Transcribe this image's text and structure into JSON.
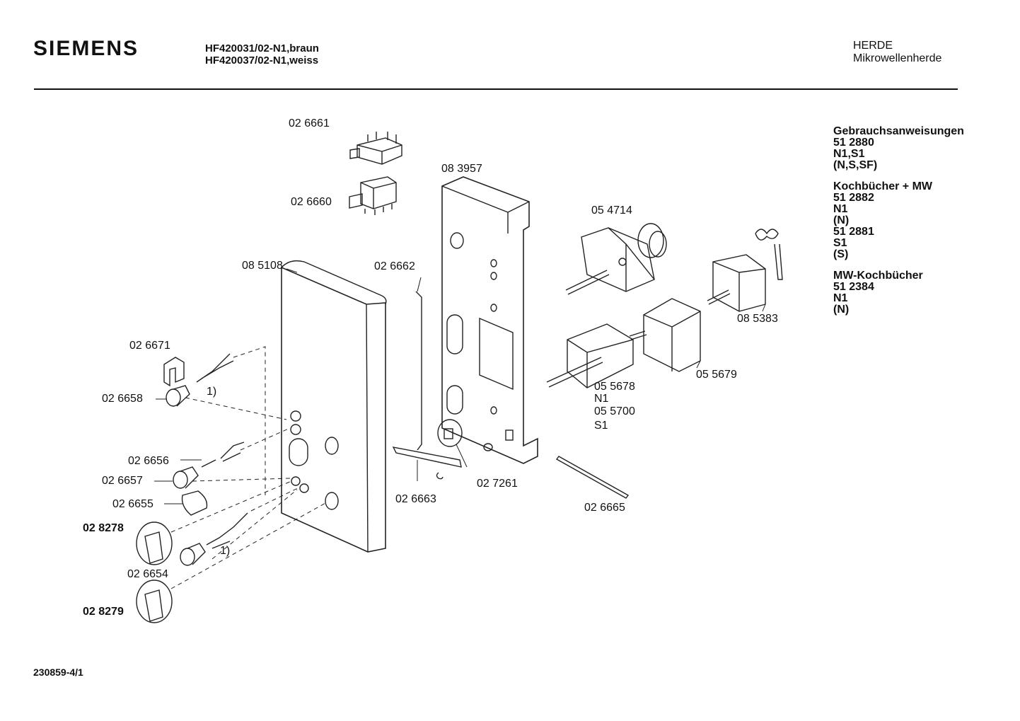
{
  "header": {
    "brand": "SIEMENS",
    "models": [
      "HF420031/02-N1,braun",
      "HF420037/02-N1,weiss"
    ],
    "category": "HERDE",
    "subcategory": "Mikrowellenherde"
  },
  "parts": {
    "p026661": "02 6661",
    "p026660": "02 6660",
    "p083957": "08 3957",
    "p054714": "05 4714",
    "p085108": "08 5108",
    "p026662": "02 6662",
    "p085383": "08 5383",
    "p026671": "02 6671",
    "p026658": "02 6658",
    "p055679": "05 5679",
    "p055678": "05 5678",
    "n1": "N1",
    "p055700": "05 5700",
    "s1": "S1",
    "p026656": "02 6656",
    "p026657": "02 6657",
    "p026655": "02 6655",
    "p027261": "02 7261",
    "p026663": "02 6663",
    "p026665": "02 6665",
    "p028278": "02 8278",
    "p026654": "02 6654",
    "p028279": "02 8279",
    "note1a": "1)",
    "note1b": "1)"
  },
  "documents": [
    {
      "title": "Gebrauchsanweisungen",
      "lines": [
        "51 2880",
        "N1,S1",
        "(N,S,SF)"
      ]
    },
    {
      "title": "Kochbücher + MW",
      "lines": [
        "51 2882",
        "N1",
        "(N)",
        "51 2881",
        "S1",
        "(S)"
      ]
    },
    {
      "title": "MW-Kochbücher",
      "lines": [
        "51 2384",
        "N1",
        "(N)"
      ]
    }
  ],
  "footer": {
    "drawing_number": "230859-4/1"
  }
}
